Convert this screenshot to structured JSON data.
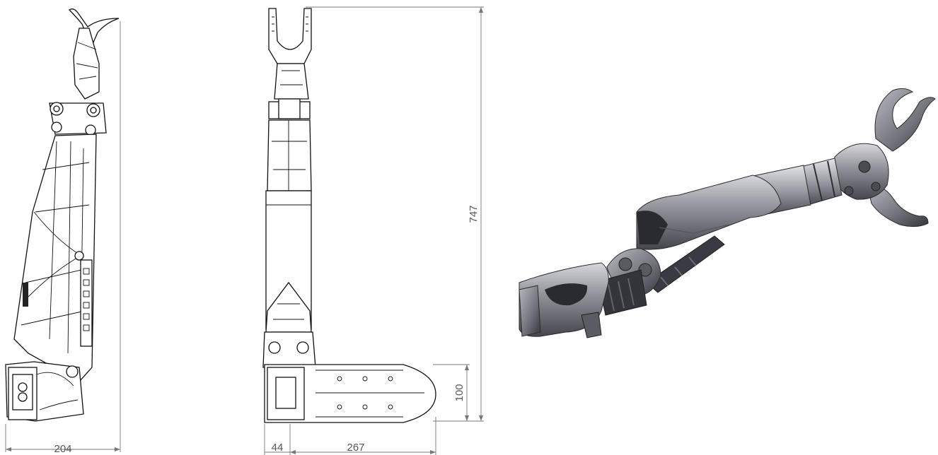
{
  "dimensions": {
    "side_width": "204",
    "height_total": "747",
    "base_height": "100",
    "base_offset": "44",
    "base_length": "267"
  },
  "colors": {
    "line": "#111111",
    "dimension": "#777777",
    "metal_light": "#c9c9cf",
    "metal_mid": "#8a8b93",
    "metal_dark": "#3d3e45"
  },
  "views": [
    "side-view-drawing",
    "front-view-drawing",
    "rendered-3d-view"
  ]
}
